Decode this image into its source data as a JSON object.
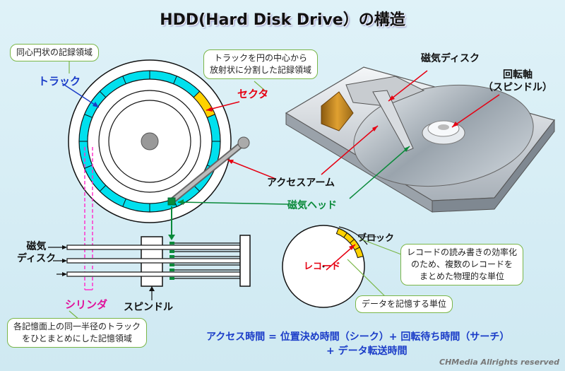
{
  "title": "HDD(Hard Disk Drive）の構造",
  "labels": {
    "track_def": "同心円状の記録領域",
    "track": "トラック",
    "sector_def_1": "トラックを円の中心から",
    "sector_def_2": "放射状に分割した記録領域",
    "sector": "セクタ",
    "magnetic_disk": "磁気ディスク",
    "spindle_axis_1": "回転軸",
    "spindle_axis_2": "（スピンドル）",
    "access_arm": "アクセスアーム",
    "magnetic_head": "磁気ヘッド",
    "disk_side_1": "磁気",
    "disk_side_2": "ディスク",
    "cylinder": "シリンダ",
    "spindle": "スピンドル",
    "cylinder_def_1": "各記憶面上の同一半径のトラック",
    "cylinder_def_2": "をひとまとめにした記憶領域",
    "block": "ブロック",
    "block_def_1": "レコードの読み書きの効率化",
    "block_def_2": "のため、複数のレコードを",
    "block_def_3": "まとめた物理的な単位",
    "record": "レコード",
    "record_def": "データを記憶する単位",
    "formula_1": "アクセス時間 = 位置決め時間（シーク）+ 回転待ち時間（サーチ）",
    "formula_2": "+ データ転送時間",
    "copyright": "CHMedia Allrights reserved"
  },
  "colors": {
    "track_fill": "#00e0ee",
    "sector_fill": "#ffd200",
    "cylinder_line": "#ff33cc",
    "head_line": "#0a8a3a",
    "pointer_red": "#e60012",
    "pointer_blue": "#1a3cc8",
    "bubble_border": "#7ab648"
  }
}
